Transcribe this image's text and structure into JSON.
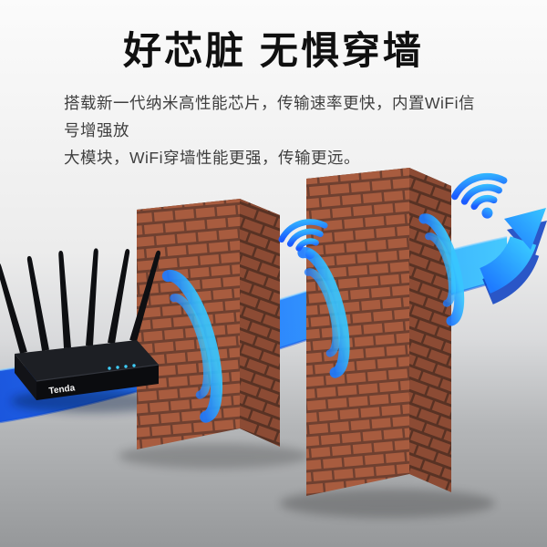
{
  "banner": {
    "title": "好芯脏 无惧穿墙",
    "description_line1": "搭载新一代纳米高性能芯片，传输速率更快，内置WiFi信号增强放",
    "description_line2": "大模块，WiFi穿墙性能更强，传输更远。"
  },
  "router": {
    "brand": "Tenda"
  },
  "icons": {
    "wifi": "wifi-icon",
    "arrow": "arrow-right-icon"
  },
  "colors": {
    "title_text": "#101010",
    "body_text": "#3f3f3f",
    "bg_top": "#fbfbfb",
    "bg_mid": "#ececec",
    "floor_light": "#d9dadc",
    "floor": "#b4b6b8",
    "floor_dark": "#96989a",
    "beam_dark": "#0f4fe0",
    "beam_main": "#1e7bff",
    "beam_light": "#38c6ff",
    "wifi_dark": "#1b5bff",
    "wifi_light": "#35bdff",
    "brick_face": "#a85c3f",
    "brick_mortar": "#6f4030",
    "brick_side": "#8c4b34",
    "brick_side_mortar": "#583224",
    "brick_top": "#56301f",
    "router_body": "#1d1f24",
    "router_front": "#0b0c0f",
    "router_side": "#121317",
    "antenna": "#0e0f12",
    "led_blue": "#3fd0ff",
    "logo_text": "#f2f2f2"
  }
}
